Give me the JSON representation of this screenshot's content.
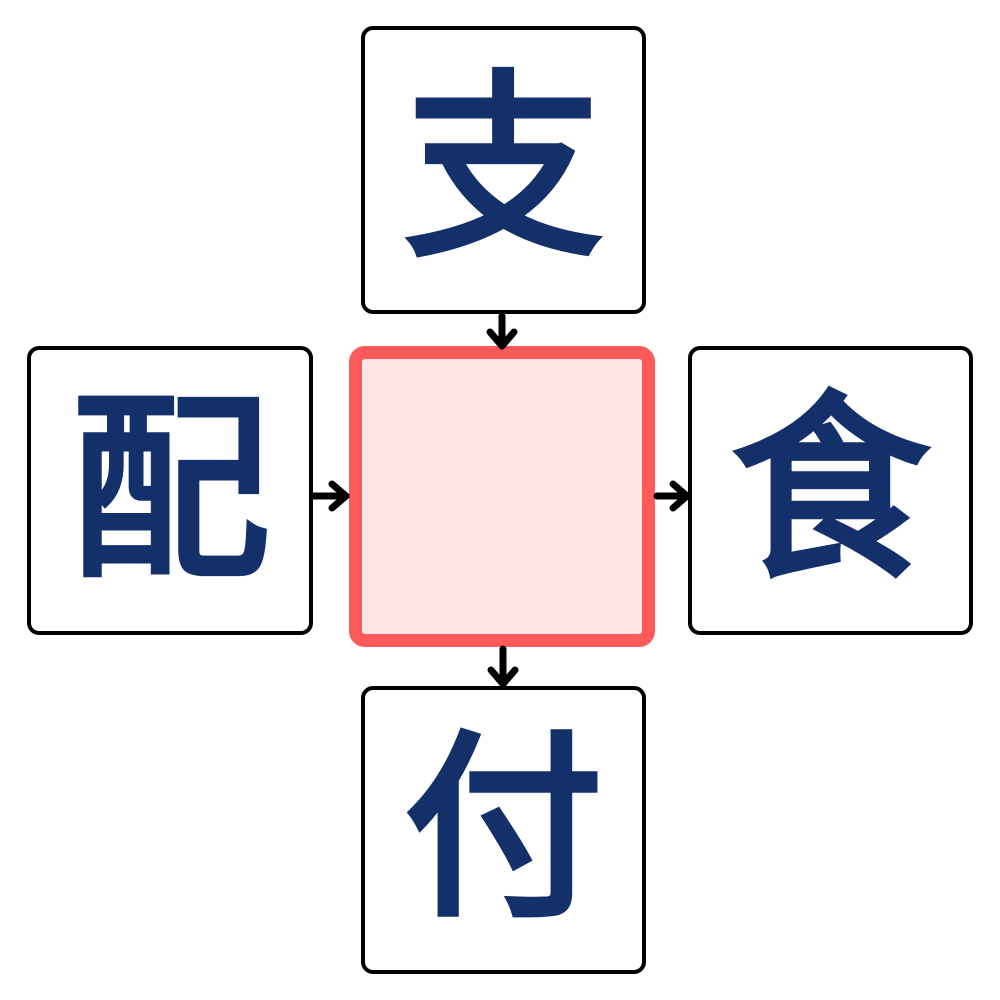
{
  "puzzle": {
    "top": "支",
    "left": "配",
    "right": "食",
    "bottom": "付",
    "center": ""
  },
  "colors": {
    "kanji": "#13306a",
    "center_border": "#ff5a5a",
    "center_fill": "#fde5e5",
    "box_border": "#000000"
  }
}
